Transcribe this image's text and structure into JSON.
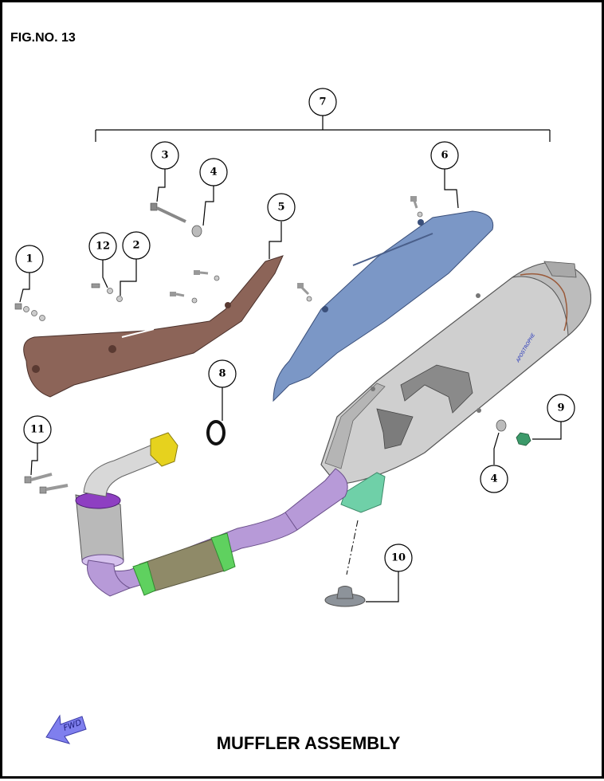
{
  "figure": {
    "number_label": "FIG.NO. 13",
    "title": "MUFFLER ASSEMBLY",
    "fwd_label": "FWD"
  },
  "callouts": [
    "1",
    "2",
    "3",
    "4",
    "5",
    "6",
    "7",
    "8",
    "9",
    "10",
    "11",
    "12",
    "4"
  ],
  "colors": {
    "heat_shield_lower": "#8c6458",
    "heat_shield_upper": "#7b97c6",
    "muffler_body": "#cfcfcf",
    "exhaust_pipe": "#b79ad8",
    "catalyst": "#b9b9b9",
    "clamp": "#5fd15f",
    "flange": "#e6d21e",
    "bellows": "#8f8a68",
    "bracket": "#6fd0a8",
    "rubber_damper": "#8d939a",
    "fwd_arrow": "#7f7fee"
  },
  "part_icons": [
    "bolt-icon",
    "washer-icon",
    "heat-shield-icon",
    "gasket-icon",
    "nut-icon",
    "rubber-damper-icon",
    "fwd-arrow-icon"
  ]
}
